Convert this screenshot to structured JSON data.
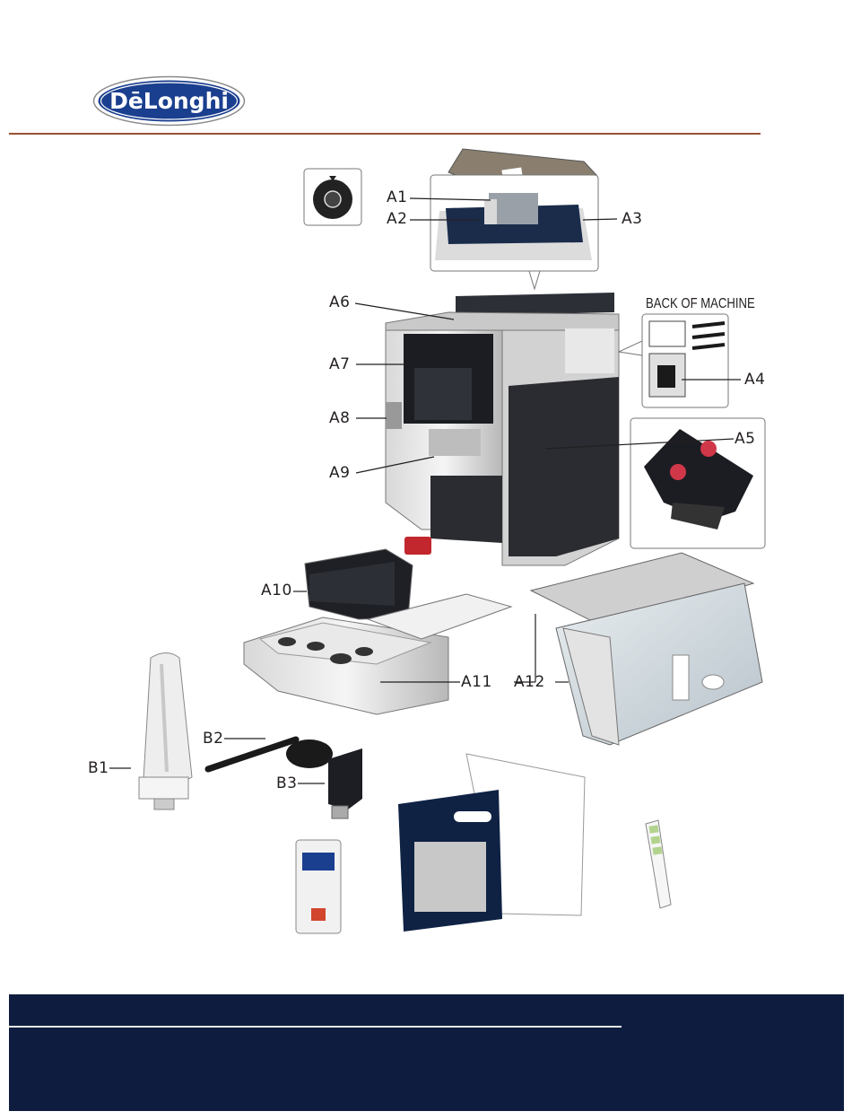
{
  "brand": {
    "logo_text": "DēLonghi"
  },
  "callouts": {
    "a1": "A1",
    "a2": "A2",
    "a3": "A3",
    "a4": "A4",
    "a5": "A5",
    "a6": "A6",
    "a7": "A7",
    "a8": "A8",
    "a9": "A9",
    "a10": "A10",
    "a11": "A11",
    "a12": "A12",
    "b1": "B1",
    "b2": "B2",
    "b3": "B3"
  },
  "back_of_machine": "BACK OF MACHINE",
  "colors": {
    "header_rule": "#9b4f34",
    "footer": "#0e1d3f",
    "logo_blue": "#1b3f8f"
  }
}
